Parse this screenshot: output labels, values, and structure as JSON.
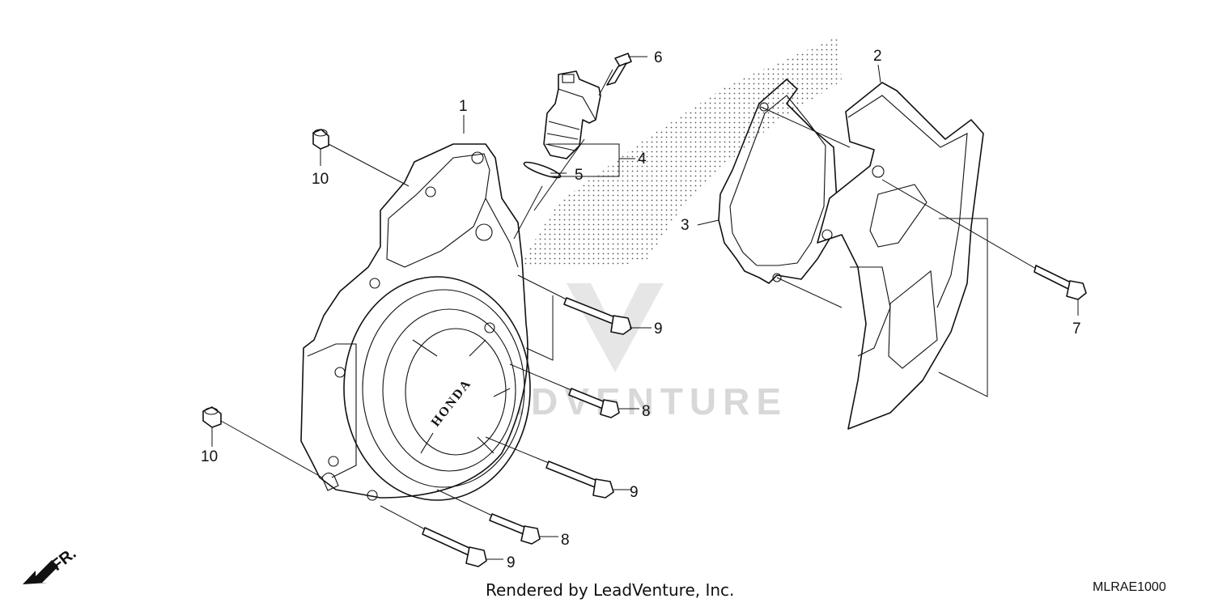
{
  "callouts": {
    "c1": "1",
    "c2": "2",
    "c3": "3",
    "c4": "4",
    "c5": "5",
    "c6": "6",
    "c7": "7",
    "c8a": "8",
    "c8b": "8",
    "c9a": "9",
    "c9b": "9",
    "c9c": "9",
    "c10a": "10",
    "c10b": "10"
  },
  "cover_brand": "HONDA",
  "watermark": "LEADVENTURE",
  "direction_label": "FR.",
  "footer": {
    "credit": "Rendered by LeadVenture, Inc.",
    "code": "MLRAE1000"
  }
}
